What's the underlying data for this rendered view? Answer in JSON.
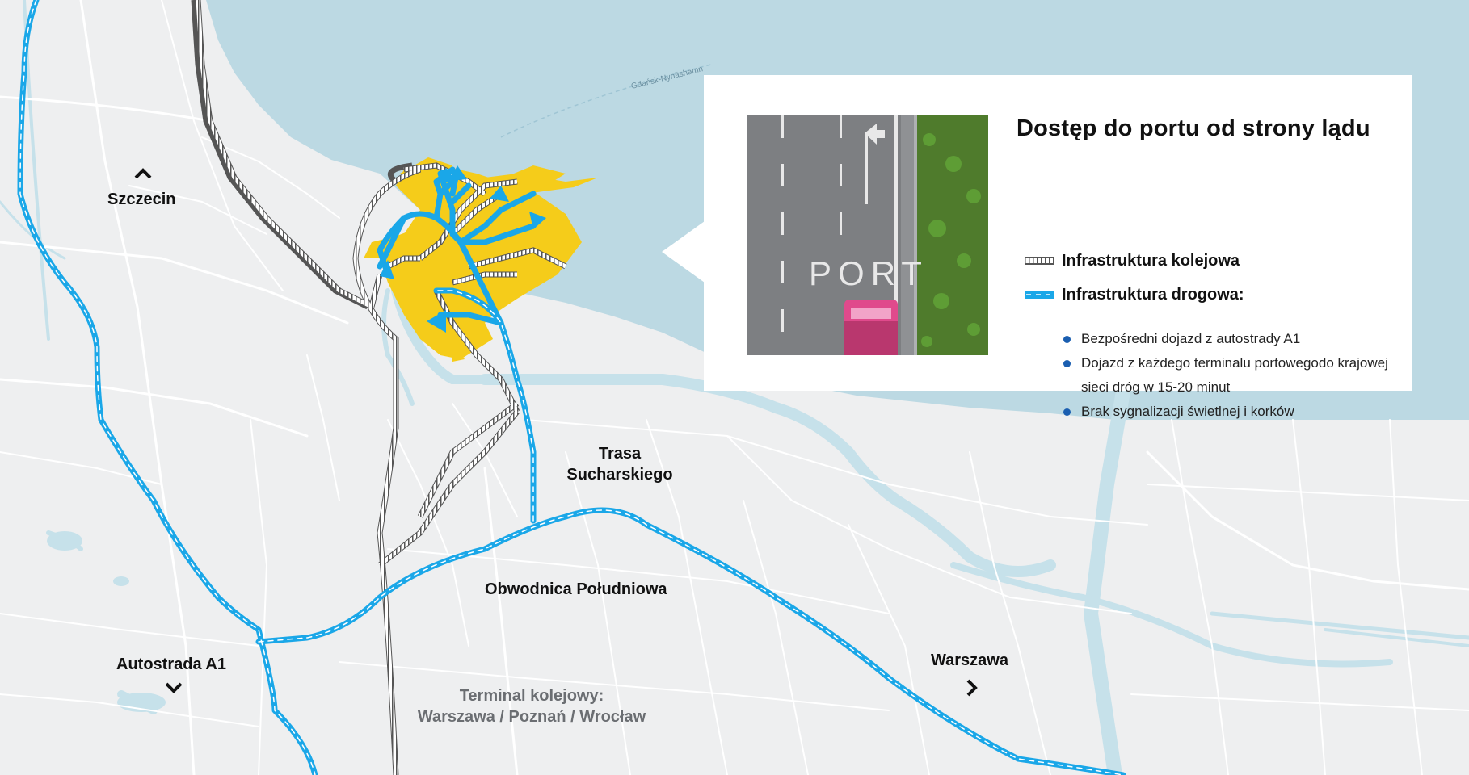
{
  "map": {
    "colors": {
      "background": "#eeeff0",
      "water": "#bcd9e3",
      "river": "#c6e1ea",
      "roads": "#ffffff",
      "port_area": "#f5cc1a",
      "road_infrastructure": "#1aa7e8",
      "rail_infrastructure": "#555555",
      "bullet": "#1a5eb0"
    },
    "sea_label": "Gdańsk-Nynäshamn",
    "labels": {
      "szczecin": "Szczecin",
      "trasa_line1": "Trasa",
      "trasa_line2": "Sucharskiego",
      "obwodnica": "Obwodnica Południowa",
      "a1": "Autostrada A1",
      "warszawa": "Warszawa",
      "terminal_line1": "Terminal kolejowy:",
      "terminal_line2": "Warszawa / Poznań / Wrocław"
    },
    "direction_icons": {
      "szczecin": "chevron-up-icon",
      "a1": "chevron-down-icon",
      "warszawa": "chevron-right-icon"
    }
  },
  "panel": {
    "title": "Dostęp do portu od strony lądu",
    "photo_road_text": "PORT",
    "legend": {
      "rail": "Infrastruktura kolejowa",
      "road": "Infrastruktura drogowa:"
    },
    "bullets": [
      "Bezpośredni dojazd z autostrady A1",
      "Dojazd z każdego terminalu portowegodo krajowej sieci dróg w 15-20 minut",
      "Brak sygnalizacji świetlnej i korków"
    ]
  }
}
